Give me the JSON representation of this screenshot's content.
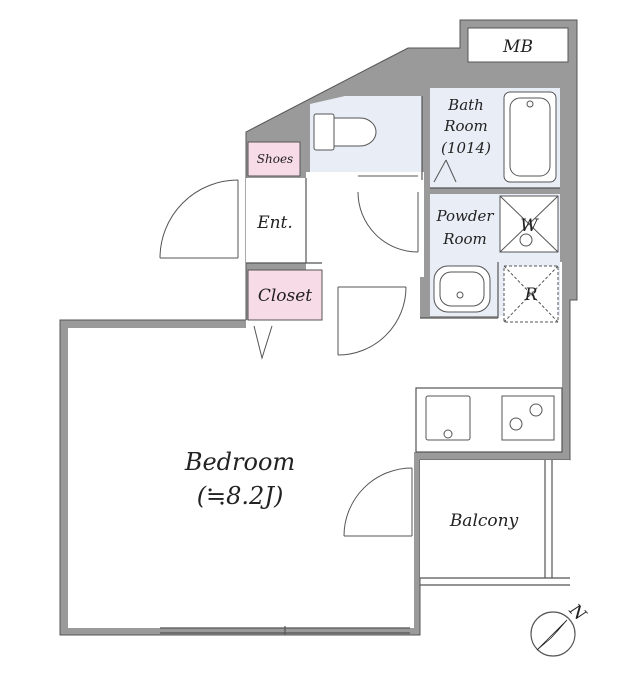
{
  "rooms": {
    "mb": "MB",
    "bath_line1": "Bath",
    "bath_line2": "Room",
    "bath_line3": "(1014)",
    "shoes": "Shoes",
    "entrance": "Ent.",
    "powder_line1": "Powder",
    "powder_line2": "Room",
    "washer": "W",
    "refrigerator": "R",
    "closet": "Closet",
    "bedroom": "Bedroom",
    "bedroom_size": "(≒8.2J)",
    "balcony": "Balcony"
  },
  "compass": {
    "north": "N"
  },
  "colors": {
    "wall": "#9a9a9a",
    "wall_edge": "#555555",
    "wet_area": "#e8edf6",
    "storage": "#f7dbe6",
    "floor": "#ffffff"
  }
}
